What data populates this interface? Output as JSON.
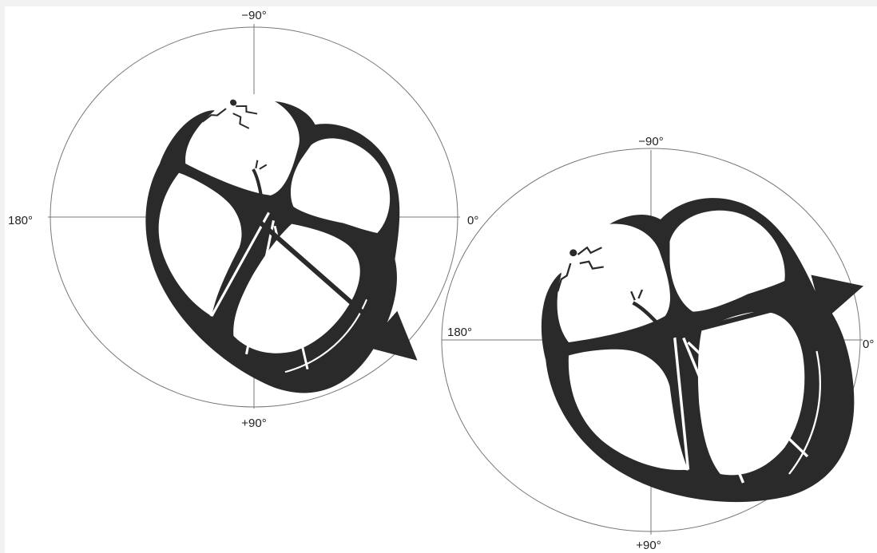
{
  "diagrams": [
    {
      "labels": {
        "top": "−90°",
        "bottom": "+90°",
        "left": "180°",
        "right": "0°"
      }
    },
    {
      "labels": {
        "top": "−90°",
        "bottom": "+90°",
        "left": "180°",
        "right": "0°"
      }
    }
  ],
  "colors": {
    "ink": "#2a2a2a",
    "circle": "#777777",
    "background": "#ffffff",
    "frame": "#f2f2f2"
  }
}
